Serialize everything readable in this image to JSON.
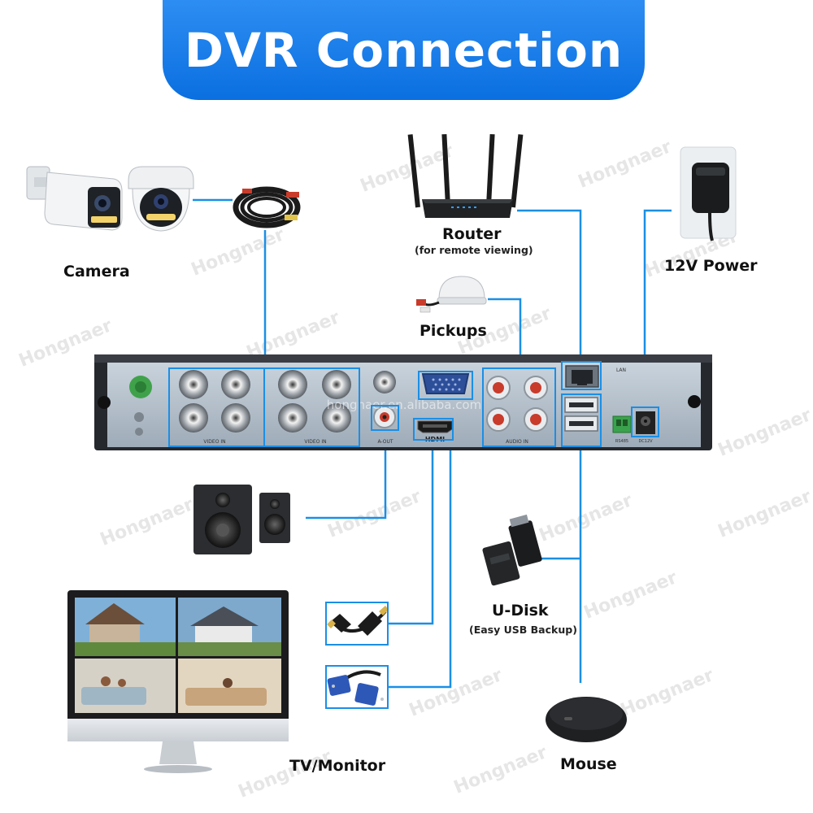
{
  "title": "DVR Connection",
  "watermark": "Hongnaer",
  "watermark_center": "hongnaer.en.alibaba.com",
  "labels": {
    "camera": "Camera",
    "router": "Router",
    "router_sub": "(for remote viewing)",
    "power": "12V Power",
    "pickups": "Pickups",
    "udisk": "U-Disk",
    "udisk_sub": "(Easy USB Backup)",
    "tv": "TV/Monitor",
    "mouse": "Mouse"
  },
  "panel_text": {
    "video_in_left": "VIDEO IN",
    "video_in_right": "VIDEO IN",
    "audio_out": "A-OUT",
    "hdmi": "HDMI",
    "audio_in": "AUDIO IN",
    "lan": "LAN",
    "rs485": "RS485",
    "dc12v": "DC12V"
  },
  "colors": {
    "accent": "#1a8fe6",
    "banner": "#0a6fe0",
    "dvr_body": "#2a2d33",
    "dvr_panel": "#b7c3cf"
  }
}
